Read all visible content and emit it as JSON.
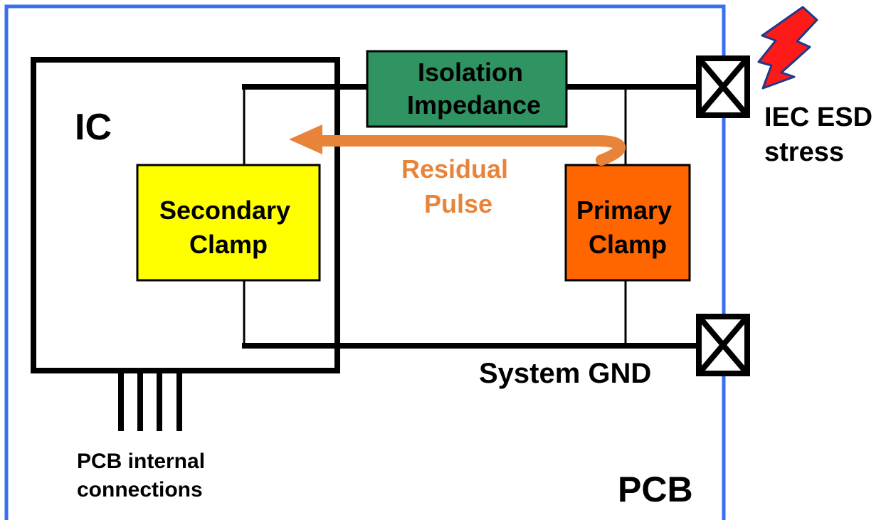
{
  "labels": {
    "ic": "IC",
    "isolation": [
      "Isolation",
      "Impedance"
    ],
    "residual": [
      "Residual",
      "Pulse"
    ],
    "secondary": [
      "Secondary",
      "Clamp"
    ],
    "primary": [
      "Primary",
      "Clamp"
    ],
    "esd": [
      "IEC ESD",
      "stress"
    ],
    "gnd": "System GND",
    "pcb_internal": [
      "PCB internal",
      "connections"
    ],
    "pcb": "PCB"
  },
  "colors": {
    "pcb_border": "#3b6ef0",
    "isolation_fill": "#2f9462",
    "secondary_fill": "#ffff00",
    "primary_fill": "#ff6600",
    "residual_arrow": "#e8843a",
    "lightning_fill": "#ff1a1a",
    "lightning_stroke": "#1f3a8a",
    "wire": "#000000"
  },
  "icons": {
    "esd_strike": "lightning-bolt-icon",
    "pad": "crossed-box-pad-icon"
  }
}
